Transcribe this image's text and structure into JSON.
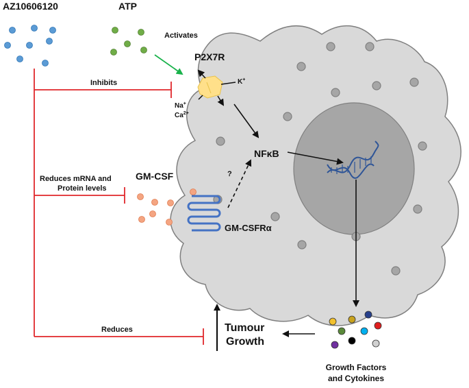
{
  "labels": {
    "drug": "AZ10606120",
    "atp": "ATP",
    "activates": "Activates",
    "p2x7r": "P2X7R",
    "k_ion": "K",
    "k_sup": "+",
    "na_ion": "Na",
    "na_sup": "+",
    "ca_ion": "Ca",
    "ca_sup": "2+",
    "inhibits": "Inhibits",
    "nfkb": "NFκB",
    "question": "?",
    "gmcsf": "GM-CSF",
    "gmcsfr": "GM-CSFRα",
    "reduces_mrna_line1": "Reduces mRNA and",
    "reduces_mrna_line2": "Protein levels",
    "reduces": "Reduces",
    "tumour_line1": "Tumour",
    "tumour_line2": "Growth",
    "gf_line1": "Growth Factors",
    "gf_line2": "and Cytokines"
  },
  "colors": {
    "drug_dots": "#5b9bd5",
    "atp_dots": "#70ad47",
    "gmcsf_dots": "#f4a582",
    "inhibition": "#e0262a",
    "activation": "#19b24b",
    "cell_fill": "#d9d9d9",
    "nucleus_fill": "#a6a6a6",
    "receptor_coil": "#4472c4",
    "p2x7r_channel": "#ffe08a",
    "dna": "#2f5597"
  },
  "icons": [
    "dna-helix-icon",
    "ion-channel-icon",
    "receptor-coil-icon"
  ],
  "growth_factor_colors": [
    "#f2c12e",
    "#c8a21d",
    "#27408b",
    "#e01f1f",
    "#5a8a3a",
    "#00b0f0",
    "#7030a0",
    "#000000",
    "#d0d0d0"
  ]
}
